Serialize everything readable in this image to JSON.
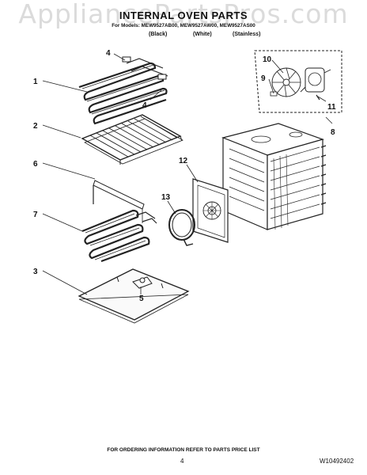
{
  "watermark": "AppliancePartsPros.com",
  "header": {
    "title": "INTERNAL OVEN PARTS",
    "models": "For Models: MEW9527AB00, MEW9527AW00, MEW9527AS00",
    "columns": [
      "(Black)",
      "(White)",
      "(Stainless)"
    ]
  },
  "callouts": {
    "c1": "1",
    "c2": "2",
    "c3": "3",
    "c4a": "4",
    "c4b": "4",
    "c5": "5",
    "c6": "6",
    "c7": "7",
    "c8": "8",
    "c9": "9",
    "c10": "10",
    "c11": "11",
    "c12": "12",
    "c13": "13"
  },
  "footer": {
    "note": "FOR ORDERING INFORMATION REFER TO PARTS PRICE LIST",
    "page": "4",
    "doc": "W10492402"
  }
}
